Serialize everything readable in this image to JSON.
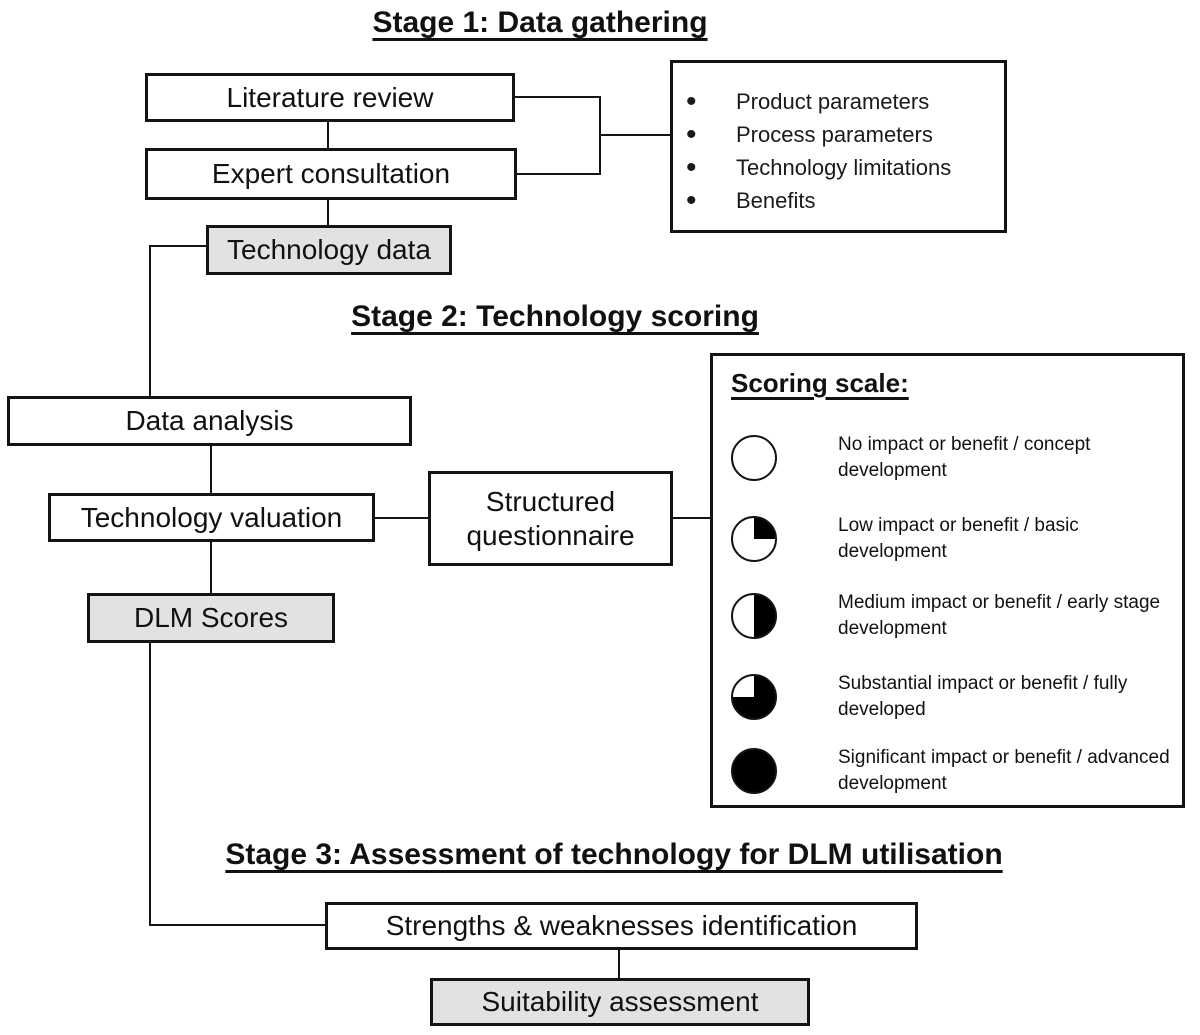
{
  "stages": [
    {
      "title": "Stage 1: Data gathering"
    },
    {
      "title": "Stage 2: Technology scoring"
    },
    {
      "title": "Stage 3: Assessment of technology for DLM utilisation"
    }
  ],
  "boxes": {
    "literature_review": {
      "label": "Literature review"
    },
    "expert_consultation": {
      "label": "Expert consultation"
    },
    "technology_data": {
      "label": "Technology data"
    },
    "data_analysis": {
      "label": "Data analysis"
    },
    "technology_valuation": {
      "label": "Technology valuation"
    },
    "dlm_scores": {
      "label": "DLM Scores"
    },
    "structured_questionnaire": {
      "label": "Structured questionnaire"
    },
    "strengths_weaknesses": {
      "label": "Strengths & weaknesses identification"
    },
    "suitability_assessment": {
      "label": "Suitability assessment"
    }
  },
  "data_gathering_items": [
    "Product parameters",
    "Process parameters",
    "Technology limitations",
    "Benefits"
  ],
  "bullet_glyph": "•",
  "scoring_scale": {
    "title": "Scoring scale:",
    "items": [
      {
        "fill_percent": 0,
        "label": "No impact or benefit / concept development"
      },
      {
        "fill_percent": 25,
        "label": "Low impact or benefit / basic development"
      },
      {
        "fill_percent": 50,
        "label": "Medium impact or benefit / early stage development"
      },
      {
        "fill_percent": 75,
        "label": "Substantial impact or benefit / fully developed"
      },
      {
        "fill_percent": 100,
        "label": "Significant impact or benefit / advanced development"
      }
    ]
  },
  "colors": {
    "highlight_box_fill": "#e2e2e2",
    "line": "#141414",
    "background": "#ffffff",
    "pie_fill": "#000000"
  }
}
